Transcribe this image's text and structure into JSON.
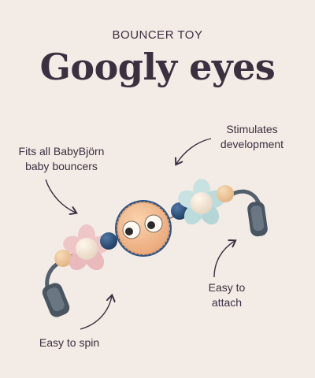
{
  "header": {
    "eyebrow": "BOUNCER TOY",
    "title": "Googly eyes"
  },
  "callouts": {
    "fits_line1": "Fits all BabyBjörn",
    "fits_line2": "baby bouncers",
    "stim_line1": "Stimulates",
    "stim_line2": "development",
    "attach_line1": "Easy to",
    "attach_line2": "attach",
    "spin": "Easy to spin"
  },
  "colors": {
    "background": "#f3ebe5",
    "text": "#3b3040",
    "pink_flower": "#efc6c8",
    "blue_flower": "#c8e2e2",
    "bead_blue": "#2f5684",
    "face_orange": "#f4b88c",
    "wood_bead": "#f0c89b",
    "clip_gray": "#55606d"
  },
  "icons": {
    "arrow": "curved-arrow-icon",
    "toy": "bouncer-toy-illustration"
  }
}
